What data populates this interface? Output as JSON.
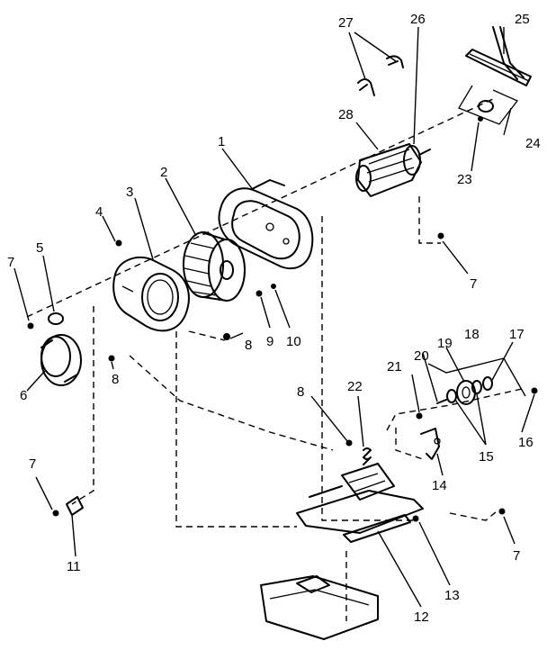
{
  "callouts": [
    {
      "id": "c1",
      "text": "1"
    },
    {
      "id": "c2",
      "text": "2"
    },
    {
      "id": "c3",
      "text": "3"
    },
    {
      "id": "c4",
      "text": "4"
    },
    {
      "id": "c5",
      "text": "5"
    },
    {
      "id": "c6",
      "text": "6"
    },
    {
      "id": "c7a",
      "text": "7"
    },
    {
      "id": "c7b",
      "text": "7"
    },
    {
      "id": "c7c",
      "text": "7"
    },
    {
      "id": "c7d",
      "text": "7"
    },
    {
      "id": "c8a",
      "text": "8"
    },
    {
      "id": "c8b",
      "text": "8"
    },
    {
      "id": "c8c",
      "text": "8"
    },
    {
      "id": "c9",
      "text": "9"
    },
    {
      "id": "c10",
      "text": "10"
    },
    {
      "id": "c11",
      "text": "11"
    },
    {
      "id": "c12",
      "text": "12"
    },
    {
      "id": "c13",
      "text": "13"
    },
    {
      "id": "c14",
      "text": "14"
    },
    {
      "id": "c15",
      "text": "15"
    },
    {
      "id": "c16",
      "text": "16"
    },
    {
      "id": "c17",
      "text": "17"
    },
    {
      "id": "c18",
      "text": "18"
    },
    {
      "id": "c19",
      "text": "19"
    },
    {
      "id": "c20",
      "text": "20"
    },
    {
      "id": "c21",
      "text": "21"
    },
    {
      "id": "c22",
      "text": "22"
    },
    {
      "id": "c23",
      "text": "23"
    },
    {
      "id": "c24",
      "text": "24"
    },
    {
      "id": "c25",
      "text": "25"
    },
    {
      "id": "c26",
      "text": "26"
    },
    {
      "id": "c27",
      "text": "27"
    },
    {
      "id": "c28",
      "text": "28"
    }
  ]
}
